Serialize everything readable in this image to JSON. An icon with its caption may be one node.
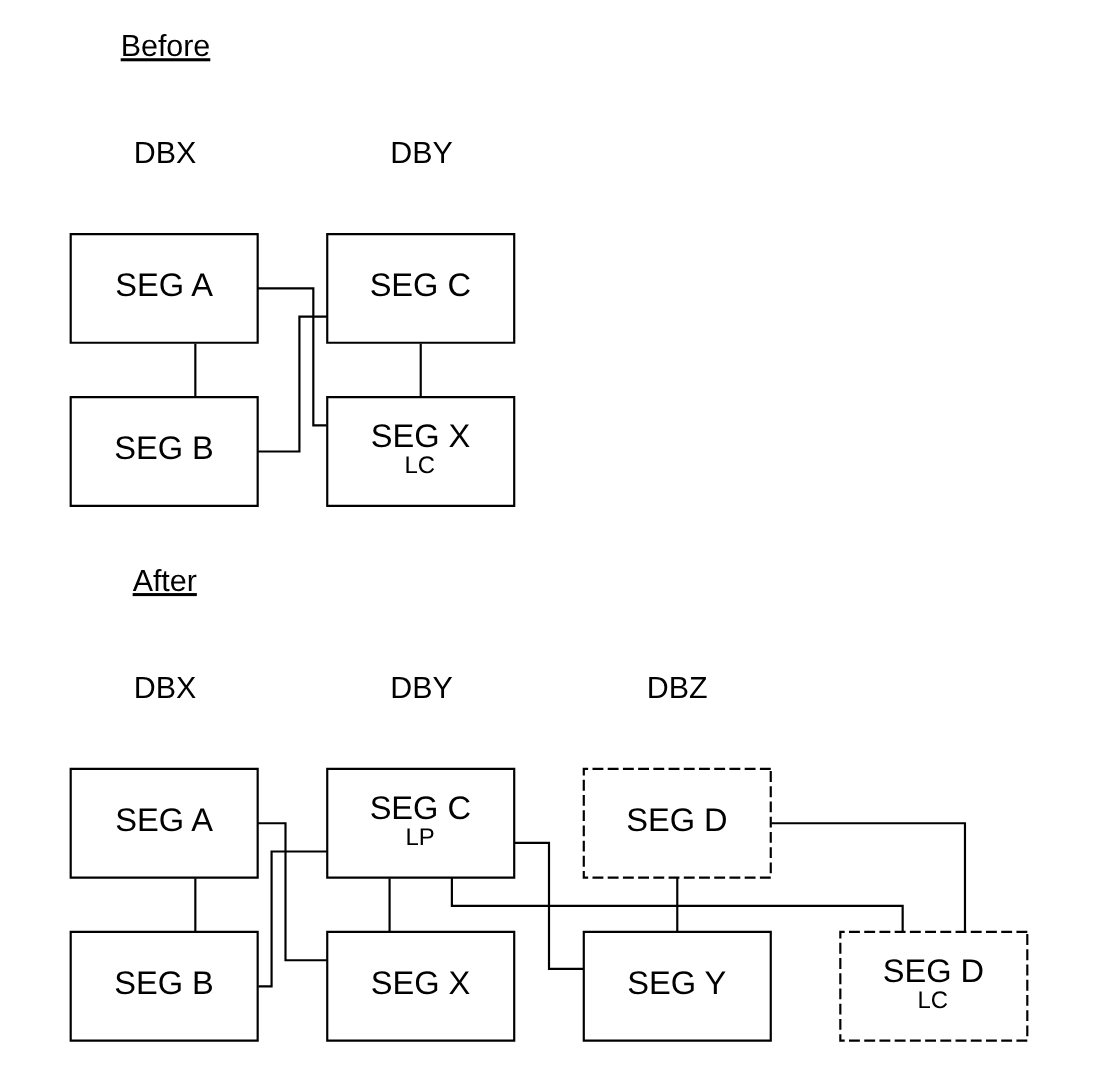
{
  "diagram": {
    "nodes": [
      {
        "text": [
          "SEG A"
        ]
      },
      {
        "text": [
          "SEG B"
        ]
      },
      {
        "text": [
          "SEG C"
        ]
      },
      {
        "text": [
          "SEG X",
          "LC"
        ]
      },
      {
        "text": [
          "SEG A"
        ]
      },
      {
        "text": [
          "SEG B"
        ]
      },
      {
        "text": [
          "SEG C",
          "LP"
        ]
      },
      {
        "text": [
          "SEG X"
        ]
      },
      {
        "text": [
          "SEG Y"
        ]
      },
      {
        "text": [
          "SEG D"
        ]
      },
      {
        "text": [
          "SEG D",
          "LC"
        ]
      }
    ],
    "edges": [
      {
        "from": 0,
        "to": 1,
        "arrow": "none"
      },
      {
        "from": 0,
        "to": 3,
        "arrow": "none"
      },
      {
        "from": 2,
        "to": 1,
        "arrow": "none"
      },
      {
        "from": 2,
        "to": 3,
        "arrow": "none"
      },
      {
        "from": 4,
        "to": 5,
        "arrow": "none"
      },
      {
        "from": 4,
        "to": 7,
        "arrow": "none"
      },
      {
        "from": 6,
        "to": 5,
        "arrow": "none"
      },
      {
        "from": 6,
        "to": 7,
        "arrow": "none"
      },
      {
        "from": 6,
        "to": 8,
        "arrow": "none"
      },
      {
        "from": 6,
        "to": 10,
        "arrow": "none"
      },
      {
        "from": 8,
        "to": 9,
        "arrow": "none"
      },
      {
        "from": 9,
        "to": 10,
        "arrow": "none"
      }
    ],
    "labels": [
      "Before",
      "DBX",
      "DBY",
      "After",
      "DBX",
      "DBY",
      "DBZ"
    ]
  }
}
